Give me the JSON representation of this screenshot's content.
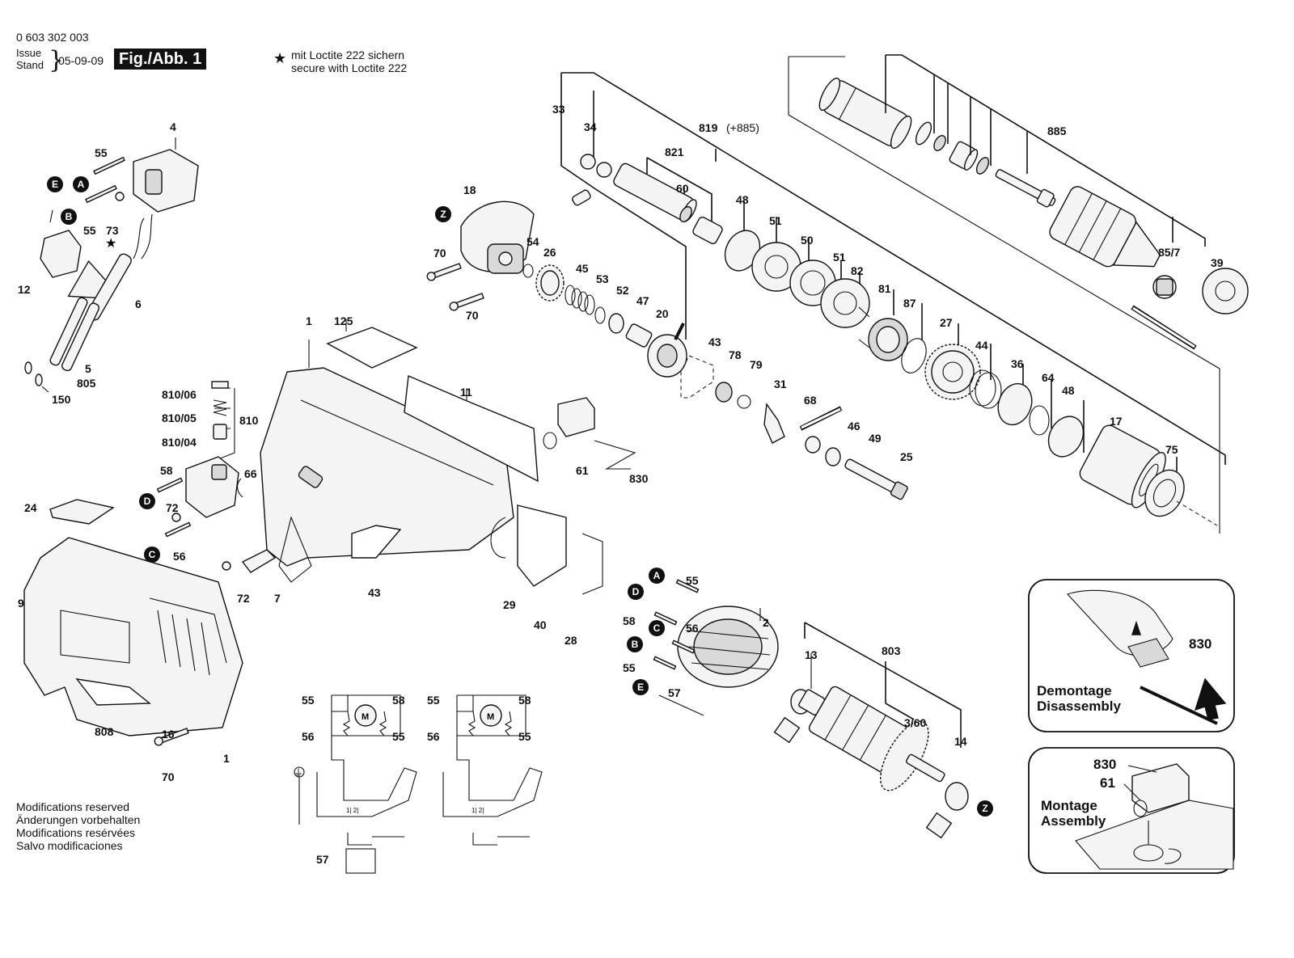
{
  "header": {
    "doc_number": "0 603 302 003",
    "issue_label": "Issue",
    "stand_label": "Stand",
    "date": "05-09-09",
    "figure_label": "Fig./Abb. 1"
  },
  "loctite_note": {
    "symbol": "★",
    "line_de": "mit Loctite 222 sichern",
    "line_en": "secure with Loctite 222"
  },
  "modifications": [
    "Modifications reserved",
    "Änderungen vorbehalten",
    "Modifications resérvées",
    "Salvo modificaciones"
  ],
  "badges": {
    "A": "A",
    "B": "B",
    "C": "C",
    "D": "D",
    "E": "E",
    "Z": "Z"
  },
  "callouts": {
    "p4": "4",
    "p55a": "55",
    "p55b": "55",
    "p73": "73",
    "p12": "12",
    "p6": "6",
    "p5": "5",
    "p805": "805",
    "p150": "150",
    "p810_06": "810/06",
    "p810_05": "810/05",
    "p810_04": "810/04",
    "p810": "810",
    "p58a": "58",
    "p66": "66",
    "p72a": "72",
    "p56a": "56",
    "p24": "24",
    "p9": "9",
    "p808": "808",
    "p16": "16",
    "p1b": "1",
    "p70c": "70",
    "p72b": "72",
    "p7": "7",
    "p1a": "1",
    "p125": "125",
    "p11": "11",
    "p43a": "43",
    "p29": "29",
    "p40": "40",
    "p28": "28",
    "p61": "61",
    "p830": "830",
    "p18": "18",
    "p70a": "70",
    "p70b": "70",
    "p54": "54",
    "p26": "26",
    "p45": "45",
    "p53": "53",
    "p52": "52",
    "p47": "47",
    "p20": "20",
    "p33": "33",
    "p34": "34",
    "p819": "819",
    "p819b": "(+885)",
    "p821": "821",
    "p60": "60",
    "p48a": "48",
    "p51a": "51",
    "p50": "50",
    "p51b": "51",
    "p82": "82",
    "p81": "81",
    "p87": "87",
    "p27": "27",
    "p44": "44",
    "p36": "36",
    "p64": "64",
    "p48b": "48",
    "p17": "17",
    "p75": "75",
    "p885": "885",
    "p85_7": "85/7",
    "p39": "39",
    "p43b": "43",
    "p78": "78",
    "p79": "79",
    "p31": "31",
    "p68": "68",
    "p46": "46",
    "p49": "49",
    "p25": "25",
    "p55c": "55",
    "p58b": "58",
    "p56b": "56",
    "p55d": "55",
    "p57a": "57",
    "p2": "2",
    "p13": "13",
    "p803": "803",
    "p3_60": "3/60",
    "p14": "14",
    "w55a": "55",
    "w58a": "58",
    "w56a": "56",
    "w55b": "55",
    "w55c": "55",
    "w58b": "58",
    "w56b": "56",
    "w55d": "55",
    "w57": "57",
    "motor_m1": "M",
    "motor_m2": "M",
    "sw_a": "1| 2|",
    "sw_b": "1| 2|"
  },
  "inset_disassembly": {
    "label_de": "Demontage",
    "label_en": "Disassembly",
    "part": "830"
  },
  "inset_assembly": {
    "label_de": "Montage",
    "label_en": "Assembly",
    "part_a": "830",
    "part_b": "61"
  }
}
